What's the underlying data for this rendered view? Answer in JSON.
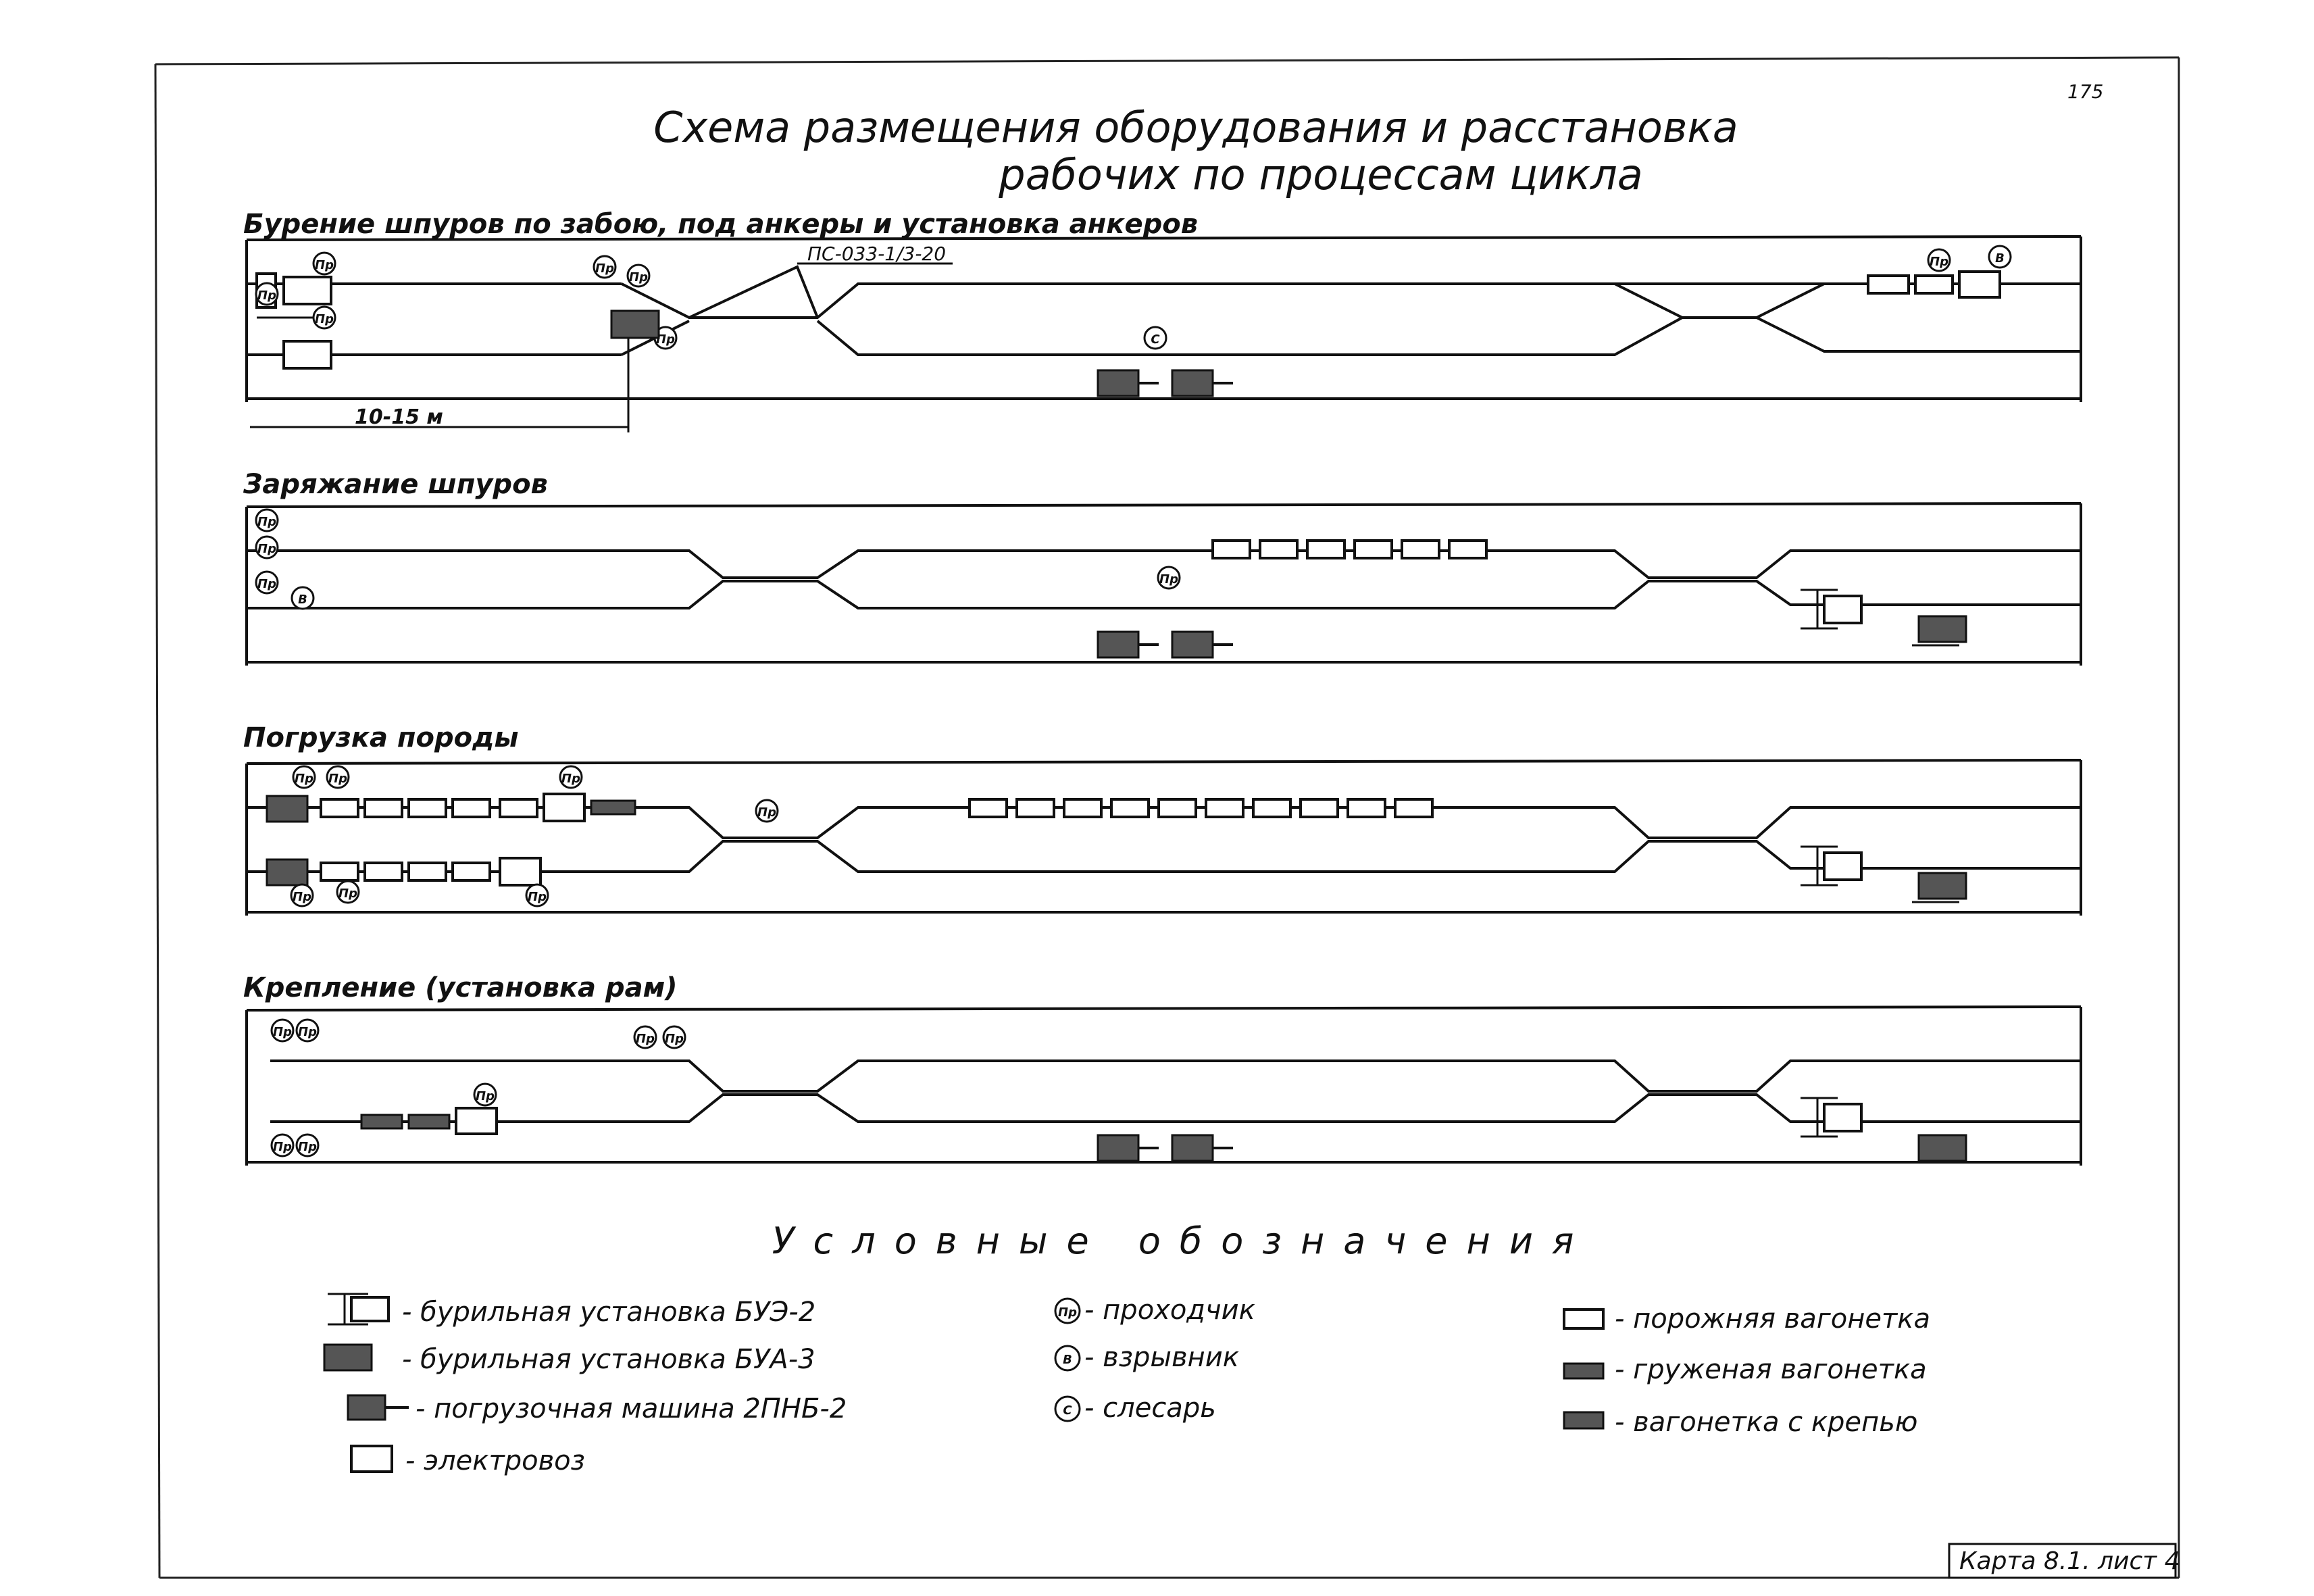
{
  "title_line1": "Схема размещения оборудования и расстановка",
  "title_line2": "рабочих по процессам цикла",
  "page_number": "175",
  "sections": [
    {
      "title": "Бурение шпуров по забою, под анкеры и установка анкеров"
    },
    {
      "title": "Заряжание шпуров"
    },
    {
      "title": "Погрузка породы"
    },
    {
      "title": "Крепление (установка рам)"
    }
  ],
  "switch_label": "ПС-033-1/3-20",
  "dimension_label": "10-15 м",
  "worker_labels": {
    "miner": "Пр",
    "blaster": "В",
    "fitter": "С"
  },
  "legend": {
    "title": "Условные обозначения",
    "items": [
      {
        "symbol": "buz-drill-icon",
        "text": "- бурильная установка БУЭ-2"
      },
      {
        "symbol": "bua-drill-icon",
        "text": "- бурильная установка БУА-3"
      },
      {
        "symbol": "loader-icon",
        "text": "- погрузочная машина 2ПНБ-2"
      },
      {
        "symbol": "locomotive-icon",
        "text": "- электровоз"
      },
      {
        "symbol": "miner-icon",
        "text": "- проходчик"
      },
      {
        "symbol": "blaster-icon",
        "text": "- взрывник"
      },
      {
        "symbol": "fitter-icon",
        "text": "- слесарь"
      },
      {
        "symbol": "empty-wagon-icon",
        "text": "- порожняя вагонетка"
      },
      {
        "symbol": "loaded-wagon-icon",
        "text": "- груженая вагонетка"
      },
      {
        "symbol": "support-wagon-icon",
        "text": "- вагонетка с крепью"
      }
    ]
  },
  "footer_label": "Карта 8.1. лист 4"
}
